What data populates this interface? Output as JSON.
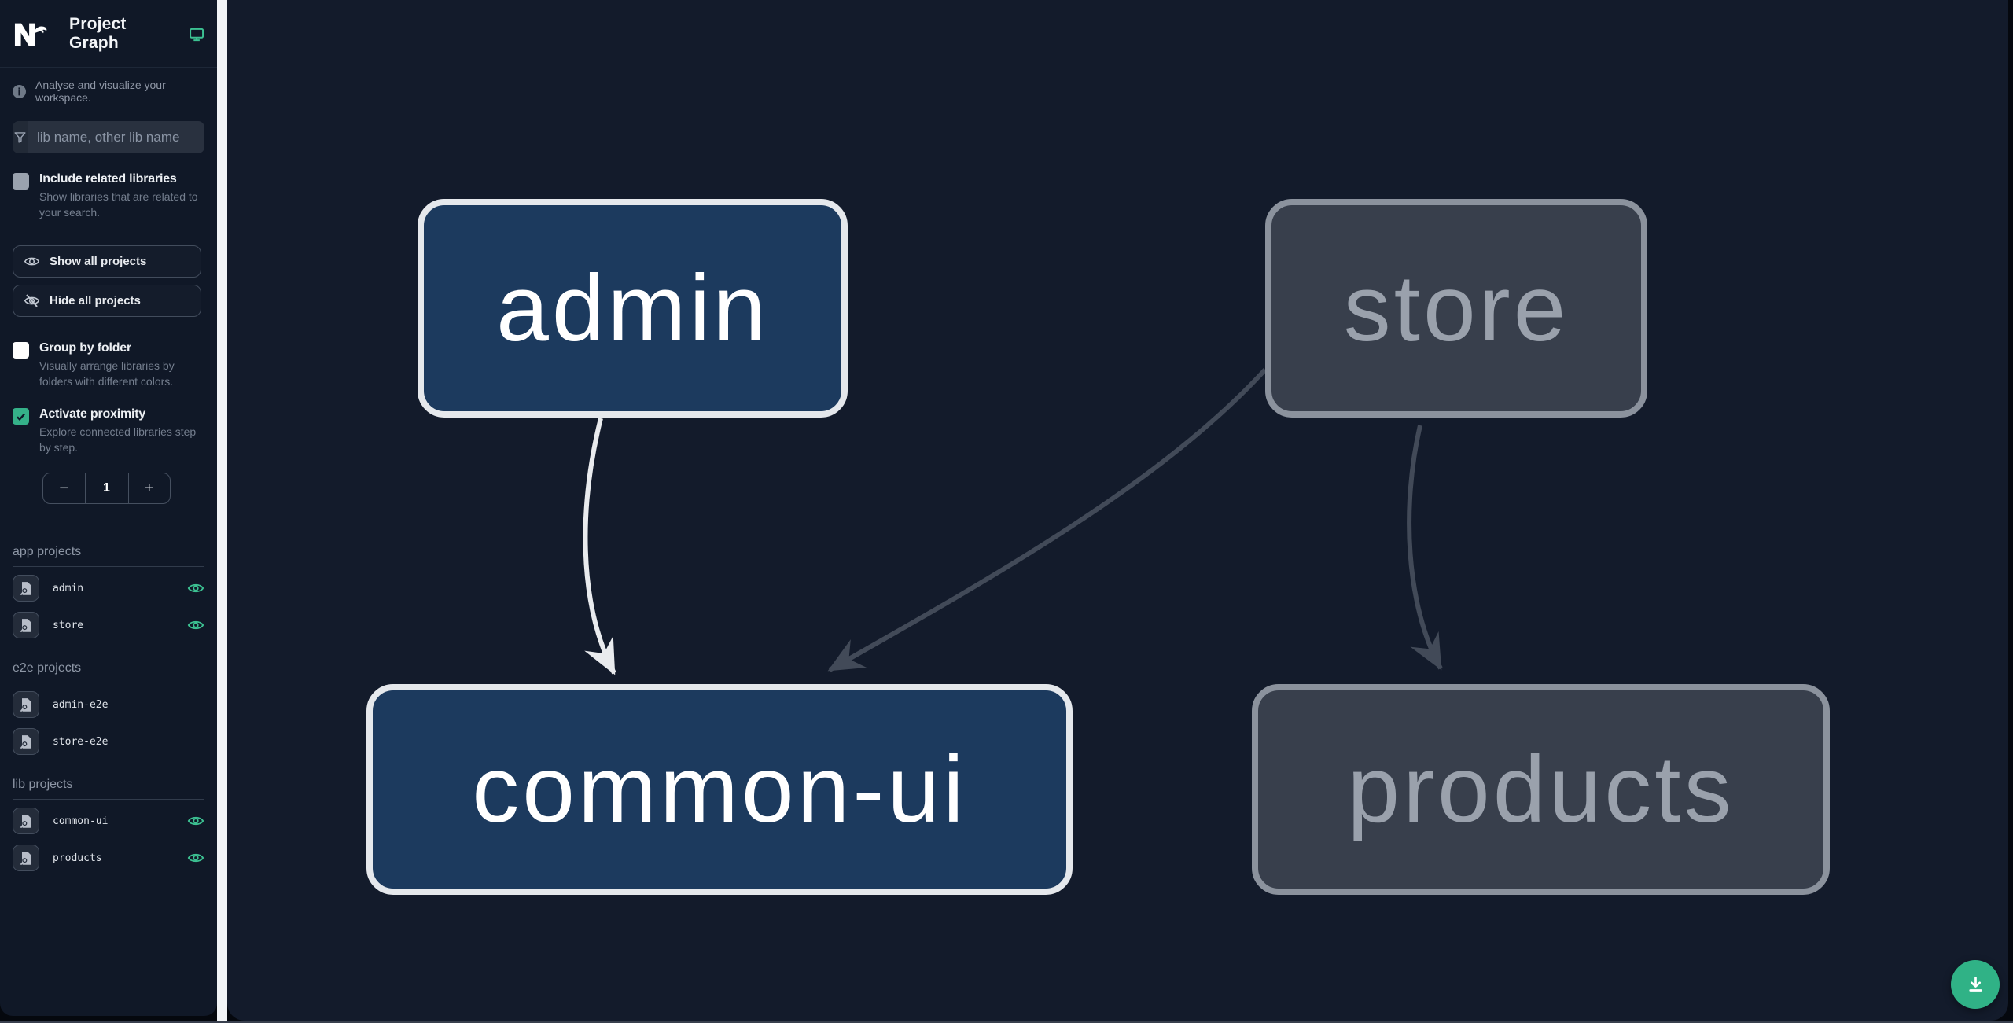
{
  "header": {
    "title": "Project Graph"
  },
  "sidebar": {
    "tagline": "Analyse and visualize your workspace.",
    "filter_placeholder": "lib name, other lib name",
    "options": {
      "include_related": {
        "label": "Include related libraries",
        "description": "Show libraries that are related to your search.",
        "checked": false
      },
      "group_by_folder": {
        "label": "Group by folder",
        "description": "Visually arrange libraries by folders with different colors.",
        "checked": false
      },
      "activate_proximity": {
        "label": "Activate proximity",
        "description": "Explore connected libraries step by step.",
        "checked": true
      }
    },
    "buttons": {
      "show_all": "Show all projects",
      "hide_all": "Hide all projects"
    },
    "proximity_stepper": {
      "decrement": "−",
      "value": "1",
      "increment": "+"
    },
    "sections": [
      {
        "title": "app projects",
        "projects": [
          {
            "name": "admin",
            "visible": true
          },
          {
            "name": "store",
            "visible": true
          }
        ]
      },
      {
        "title": "e2e projects",
        "projects": [
          {
            "name": "admin-e2e",
            "visible": false
          },
          {
            "name": "store-e2e",
            "visible": false
          }
        ]
      },
      {
        "title": "lib projects",
        "projects": [
          {
            "name": "common-ui",
            "visible": true
          },
          {
            "name": "products",
            "visible": true
          }
        ]
      }
    ]
  },
  "graph": {
    "nodes": [
      {
        "label": "admin",
        "state": "highlighted"
      },
      {
        "label": "store",
        "state": "faded"
      },
      {
        "label": "common-ui",
        "state": "highlighted"
      },
      {
        "label": "products",
        "state": "faded"
      }
    ],
    "edges": [
      {
        "from": "admin",
        "to": "common-ui",
        "state": "highlighted"
      },
      {
        "from": "store",
        "to": "common-ui",
        "state": "faded"
      },
      {
        "from": "store",
        "to": "products",
        "state": "faded"
      }
    ]
  },
  "fab": {
    "icon": "download-icon"
  },
  "colors": {
    "accent_teal": "#35b189",
    "eye_green": "#3cc192",
    "node_active_fill": "#1c3a5e",
    "node_active_border": "#e5e8ec",
    "node_faded_fill": "#383f4c",
    "node_faded_border": "#8b929d",
    "edge_active": "#e9ebee",
    "edge_faded": "#424a58",
    "sidebar_bg": "#101827",
    "canvas_bg": "#131b2b"
  }
}
